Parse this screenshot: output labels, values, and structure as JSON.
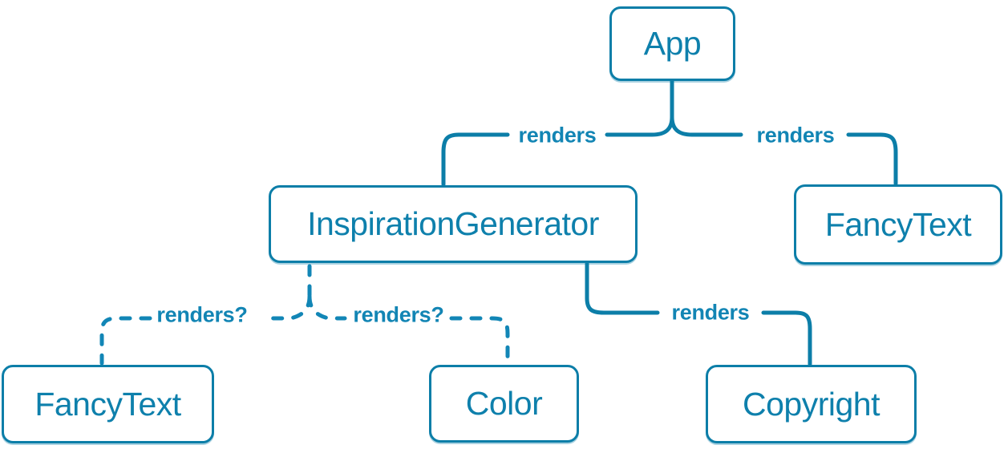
{
  "diagram": {
    "background": "#ffffff",
    "accent": "#0c7ea8",
    "nodes": [
      {
        "id": "app",
        "label": "App"
      },
      {
        "id": "inspiration-generator",
        "label": "InspirationGenerator"
      },
      {
        "id": "fancy-text-top",
        "label": "FancyText"
      },
      {
        "id": "fancy-text-bottom",
        "label": "FancyText"
      },
      {
        "id": "color",
        "label": "Color"
      },
      {
        "id": "copyright",
        "label": "Copyright"
      }
    ],
    "edges": [
      {
        "from": "App",
        "to": "InspirationGenerator",
        "label": "renders",
        "style": "solid"
      },
      {
        "from": "App",
        "to": "FancyText",
        "label": "renders",
        "style": "solid"
      },
      {
        "from": "InspirationGenerator",
        "to": "FancyText",
        "label": "renders?",
        "style": "dashed"
      },
      {
        "from": "InspirationGenerator",
        "to": "Color",
        "label": "renders?",
        "style": "dashed"
      },
      {
        "from": "InspirationGenerator",
        "to": "Copyright",
        "label": "renders",
        "style": "solid"
      }
    ]
  }
}
